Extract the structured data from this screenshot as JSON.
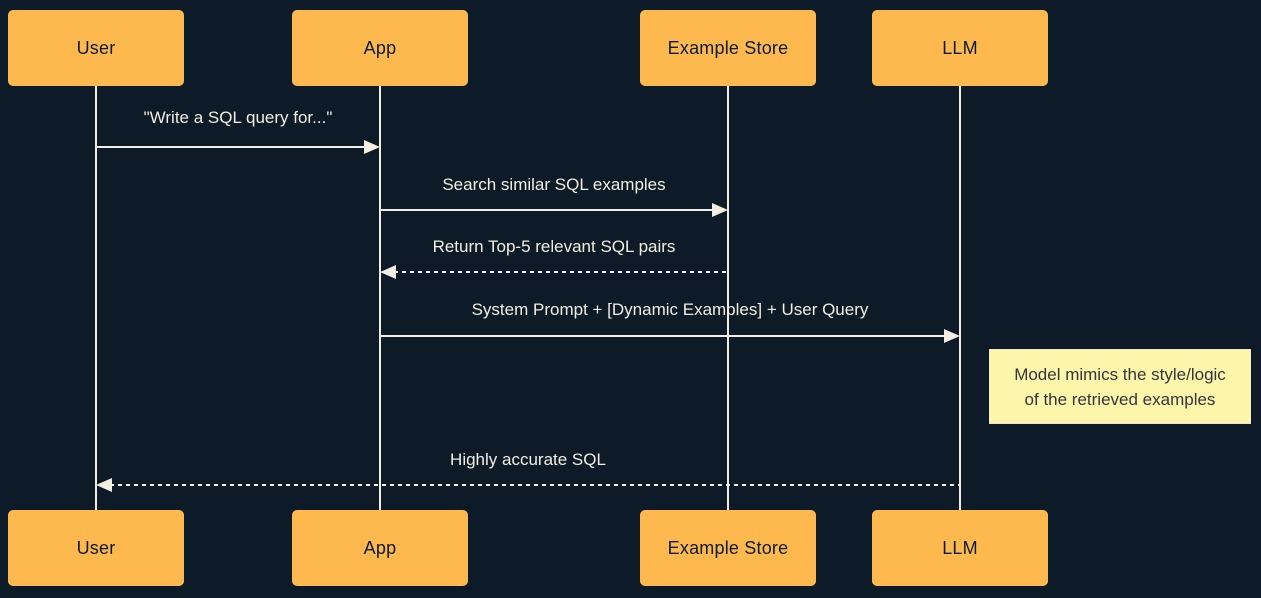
{
  "diagram": {
    "type": "sequence-diagram",
    "colors": {
      "background": "#0D1A28",
      "actor_fill": "#FDB94E",
      "actor_text": "#0D1A28",
      "line": "#F2EEE1",
      "message_text": "#F2EEE1",
      "note_fill": "#FDF6AA",
      "note_border": "#ECE7CE",
      "note_text": "#34343E"
    }
  },
  "actors": [
    {
      "id": "user",
      "label": "User"
    },
    {
      "id": "app",
      "label": "App"
    },
    {
      "id": "example_store",
      "label": "Example Store"
    },
    {
      "id": "llm",
      "label": "LLM"
    }
  ],
  "messages": [
    {
      "from": "User",
      "to": "App",
      "style": "solid",
      "direction": "right",
      "text": "\"Write a SQL query for...\""
    },
    {
      "from": "App",
      "to": "Example Store",
      "style": "solid",
      "direction": "right",
      "text": "Search similar SQL examples"
    },
    {
      "from": "Example Store",
      "to": "App",
      "style": "dashed",
      "direction": "left",
      "text": "Return Top-5 relevant SQL pairs"
    },
    {
      "from": "App",
      "to": "LLM",
      "style": "solid",
      "direction": "right",
      "text": "System Prompt + [Dynamic Examples] + User Query"
    },
    {
      "from": "LLM",
      "to": "User",
      "style": "dashed",
      "direction": "left",
      "text": "Highly accurate SQL"
    }
  ],
  "note": {
    "attached_to": "LLM",
    "line1": "Model mimics the style/logic",
    "line2": "of the retrieved examples"
  }
}
